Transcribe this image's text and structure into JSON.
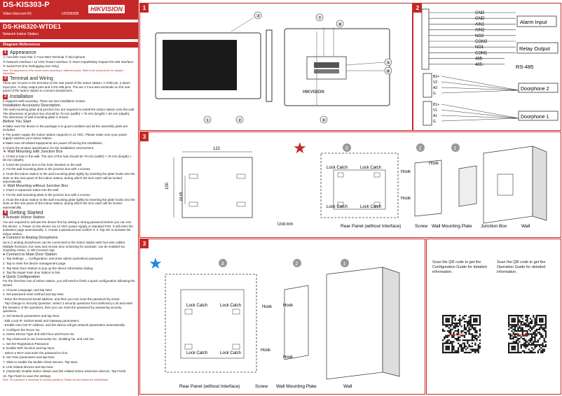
{
  "header": {
    "model": "DS-KIS303-P",
    "subtitle": "Video Intercom Kit",
    "code": "UD26650B",
    "brand": "HIKVISION"
  },
  "station": {
    "model": "DS-KH6320-WTDE1",
    "subtitle": "Network Indoor Station"
  },
  "diagram_refs_label": "Diagram References",
  "sections": {
    "appearance": {
      "num": "1",
      "title": "Appearance",
      "items": [
        "① microSD Card Slot ② Four-Wire Terminal ③ Microphone",
        "④ Network Interface / 12 VDC Power Interface ⑤ Alarm Input/Relay Output/ RS-485 Interface",
        "⑥ Serial Port (For Debugging Use Only)"
      ],
      "note": "Note: The appearance of the device varies according to different models. Refer to the actual device for detailed information."
    },
    "terminal": {
      "num": "2",
      "title": "Terminal and Wiring",
      "text": "There are 10 pins in the terminal on the rear panel of the indoor station: 2 GND pin, 2 alarm input pins, 3 relay output pins and 2 RS-485 pins. The are 2 Four-wire terminals on the rear panel of the indoor station to connect doorphones."
    },
    "installation": {
      "num": "3",
      "title": "Installation",
      "intro": "It supports wall mounting. There are two installation modes.",
      "accessory_title": "Installation Accessory Description",
      "accessory": "The wall mounting plate and junction box are required to install the indoor station onto the wall. The dimension of junction box should be 75 mm (width) × 75 mm (length) × 50 mm (depth). The dimension of wall mounting plate is shown.",
      "before_title": "Before You Start",
      "before": [
        "Make sure the device in the package is in good condition and all the assembly parts are included.",
        "The power supply the indoor station supports is 12 VDC. Please make sure your power supply matches your indoor station.",
        "Make sure all related equipments are power-off during the installation.",
        "Check the product specification for the installation environment."
      ],
      "junction_title": "Wall Mounting with Junction Box",
      "junction": [
        "1. Chisel a hole in the wall. The size of the hole should be 76 mm (width) × 76 mm (length) × 50 mm (depth).",
        "2. Insert the junction box to the hole chiseled on the wall.",
        "3. Fix the wall mounting plate to the junction box with 2 screws.",
        "4. Hook the indoor station to the wall mounting plate tightly by inserting the plate hooks into the slots on the rear panel of the indoor station, during which the lock catch will be locked automatically."
      ],
      "without_title": "Wall Mounting without Junction Box",
      "without": [
        "1. Insert 2 expansion tubes into the wall.",
        "2. Fix the wall mounting plate to the junction box with 2 screws.",
        "3. Hook the indoor station to the wall mounting plate tightly by inserting the plate hooks into the slots on the rear panel of the indoor station, during which the lock catch will be locked automatically."
      ]
    },
    "getting_started": {
      "num": "4",
      "title": "Getting Started",
      "activate_title": "Activate Indoor Station",
      "activate": "You are required to activate the device first by setting a strong password before you can use the device. 1. Power on the device via 12 VDC power supply or standard PoE. It will enter the activation page automatically. 2. Create a password and confirm it. 3. Tap OK to activate the indoor station.",
      "doorphone_title": "Connect to Analog Doorphone",
      "doorphone": "Up to 2 analog doorphones can be connected to the indoor station with four-wire cables. Multiple functions, live view and remote door unlocking for example, can be enabled via Guarding Vision, or Hik-Connect App.",
      "door_station_title": "Connect to Main Door Station",
      "door_station": [
        "1. Tap Settings → Configuration, and enter admin (activation) password.",
        "2. Tap to enter the device management page.",
        "3. Tap Main Door Station to pop up the device information dialog.",
        "4. Tap the target main door station to link."
      ],
      "quick_title": "Quick Configuration",
      "quick": [
        "For the first-time use of indoor station, you will need to finish a quick configuration following the wizard.",
        "1. Choose Language, and tap Next.",
        "2. Set password reset method and tap Next.",
        "- Enter the Reserved Email address, and then you can reset the password by email.",
        "- Tap Change to Security Question. Select 3 security questions from Deficiency List and enter the answers of the questions, then you can reset the password by answering security questions.",
        "3. Set Network parameters and tap Next.",
        "- Edit Local IP, Subnet Mask and Gateway parameters.",
        "- Enable Auto Get IP Address, and the device will get network parameters automatically.",
        "4. Configure the Room No.",
        "a. Select Device Type and edit Floor and Room No.",
        "b. Tap Advanced to set Community No., Building No. and Unit No.",
        "c. Set the Registration Password.",
        "5. Enable WiFi function and tap Next.",
        "- Select a Wi-Fi and enter the password to link.",
        "6. Set Time parameters and tap Next.",
        "7. Slide to enable the Mobile Client Service. Tap Next.",
        "8. Link related devices and tap Next.",
        "9. (Optional): Enable Indoor station and link related indoor extension devices. Tap Finish.",
        "10. Tap Finish to save the settings."
      ],
      "red_note": "Note: The password is necessary for security questions, Please set and contact the administrator."
    }
  },
  "panel1": {
    "num": "1",
    "callouts": [
      "①",
      "②",
      "③",
      "④",
      "⑤",
      "⑥",
      "⑦",
      "⑧"
    ],
    "brand": "HIKVISION"
  },
  "panel2": {
    "num": "2",
    "pins": [
      "GND",
      "GND",
      "AIN1",
      "AIN2",
      "NO2",
      "COM2",
      "NO1",
      "COM1",
      "485-",
      "485+"
    ],
    "alarm_input": "Alarm Input",
    "relay_output": "Relay Output",
    "rs485": "RS-485",
    "dp2_pins": [
      "B2+",
      "V2",
      "A2",
      "G"
    ],
    "dp1_pins": [
      "B1+",
      "V1",
      "A1",
      "G"
    ],
    "doorphone2": "Doorphone 2",
    "doorphone1": "Doorphone 1"
  },
  "panel3a": {
    "num": "3",
    "dim_width": "122",
    "dim_height": "100",
    "dim_inner": "64.85",
    "unit": "Unit:mm",
    "steps": [
      "3",
      "2",
      "1"
    ],
    "lock_catch": "Lock Catch",
    "hook": "Hook",
    "captions": [
      "Rear Panel (without Interface)",
      "Screw",
      "Wall Mounting Plate",
      "Junction Box",
      "Wall"
    ]
  },
  "panel3b": {
    "num": "3",
    "steps": [
      "3",
      "2",
      "1"
    ],
    "lock_catch": "Lock Catch",
    "hook": "Hook",
    "captions": [
      "Rear Panel (without Interface)",
      "Screw",
      "Wall Mounting Plate",
      "Wall"
    ]
  },
  "qr": {
    "left_text": "Scan the QR code to get the Configuration Guide for detailed information.",
    "right_text": "Scan the QR code to get the Operation Guide for detailed information.",
    "brand": "HIKVISION"
  },
  "colors": {
    "accent": "#c62828",
    "blue_star": "#1e88e5",
    "gray": "#888888"
  }
}
